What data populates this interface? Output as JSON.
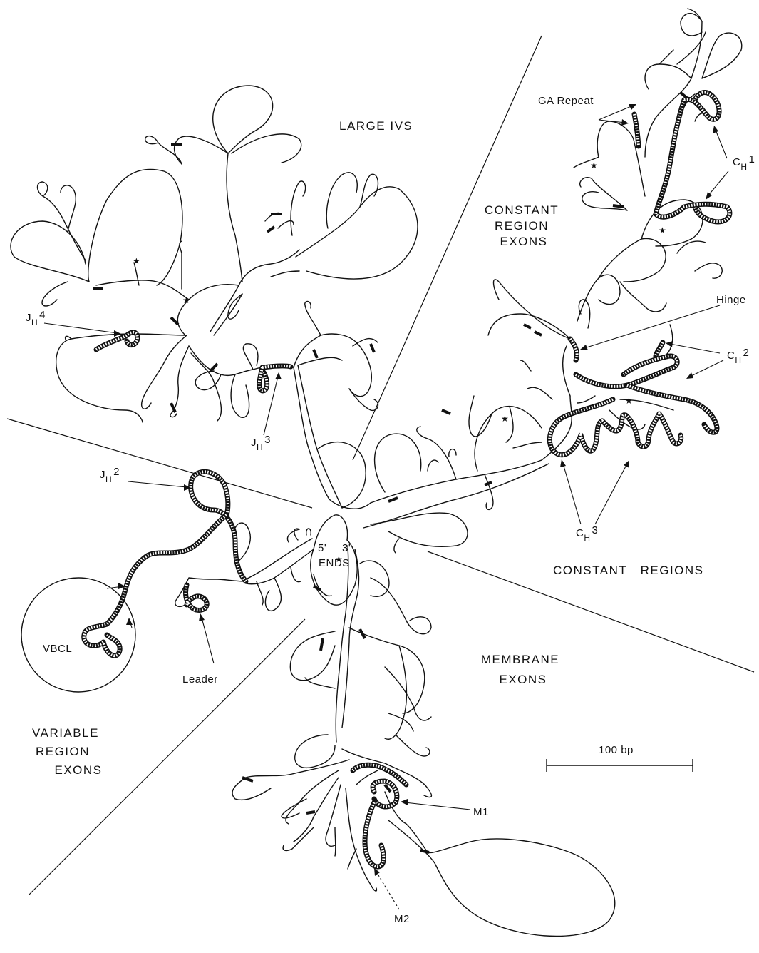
{
  "labels": {
    "large_ivs": "LARGE IVS",
    "constant_region_exons": [
      "CONSTANT",
      "REGION",
      "EXONS"
    ],
    "constant_regions": "CONSTANT   REGIONS",
    "membrane_exons": [
      "MEMBRANE",
      "EXONS"
    ],
    "variable_region_exons": [
      "VARIABLE",
      "REGION",
      "EXONS"
    ],
    "ends": "ENDS",
    "five_prime": "5'",
    "three_prime": "3'",
    "vbcl": "VBCL",
    "leader": "Leader",
    "ga_repeat": "GA Repeat",
    "hinge": "Hinge",
    "m1": "M1",
    "m2": "M2",
    "jh4": {
      "main": "J",
      "sub": "H",
      "num": "4"
    },
    "jh3": {
      "main": "J",
      "sub": "H",
      "num": "3"
    },
    "jh2": {
      "main": "J",
      "sub": "H",
      "num": "2"
    },
    "ch1": {
      "main": "C",
      "sub": "H",
      "num": "1"
    },
    "ch2": {
      "main": "C",
      "sub": "H",
      "num": "2"
    },
    "ch3": {
      "main": "C",
      "sub": "H",
      "num": "3"
    }
  },
  "scale_bar": {
    "label": "100 bp"
  }
}
